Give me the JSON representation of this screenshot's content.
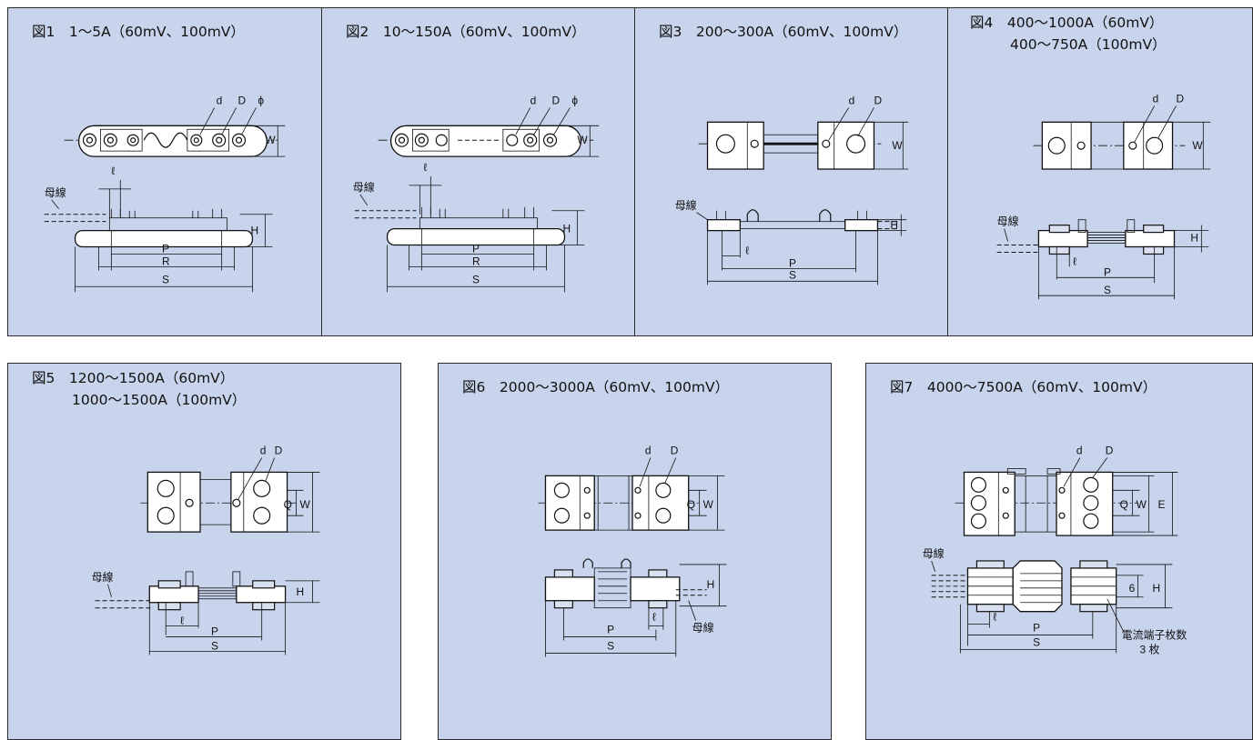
{
  "figures": [
    {
      "id": "fig1",
      "title_line1": "図1　1〜5A（60mV、100mV）",
      "title_line2": ""
    },
    {
      "id": "fig2",
      "title_line1": "図2　10〜150A（60mV、100mV）",
      "title_line2": ""
    },
    {
      "id": "fig3",
      "title_line1": "図3　200〜300A（60mV、100mV）",
      "title_line2": ""
    },
    {
      "id": "fig4",
      "title_line1": "図4　400〜1000A（60mV）",
      "title_line2": "400〜750A（100mV）"
    },
    {
      "id": "fig5",
      "title_line1": "図5　1200〜1500A（60mV）",
      "title_line2": "1000〜1500A（100mV）"
    },
    {
      "id": "fig6",
      "title_line1": "図6　2000〜3000A（60mV、100mV）",
      "title_line2": ""
    },
    {
      "id": "fig7",
      "title_line1": "図7　4000〜7500A（60mV、100mV）",
      "title_line2": ""
    }
  ],
  "labels": {
    "d": "d",
    "D": "D",
    "phi": "ϕ",
    "W": "W",
    "H": "H",
    "P": "P",
    "R": "R",
    "S": "S",
    "l": "ℓ",
    "Q": "Q",
    "E": "E",
    "six": "6",
    "busbar": "母線",
    "terminal_line1": "電流端子枚数",
    "terminal_line2": "3 枚"
  }
}
